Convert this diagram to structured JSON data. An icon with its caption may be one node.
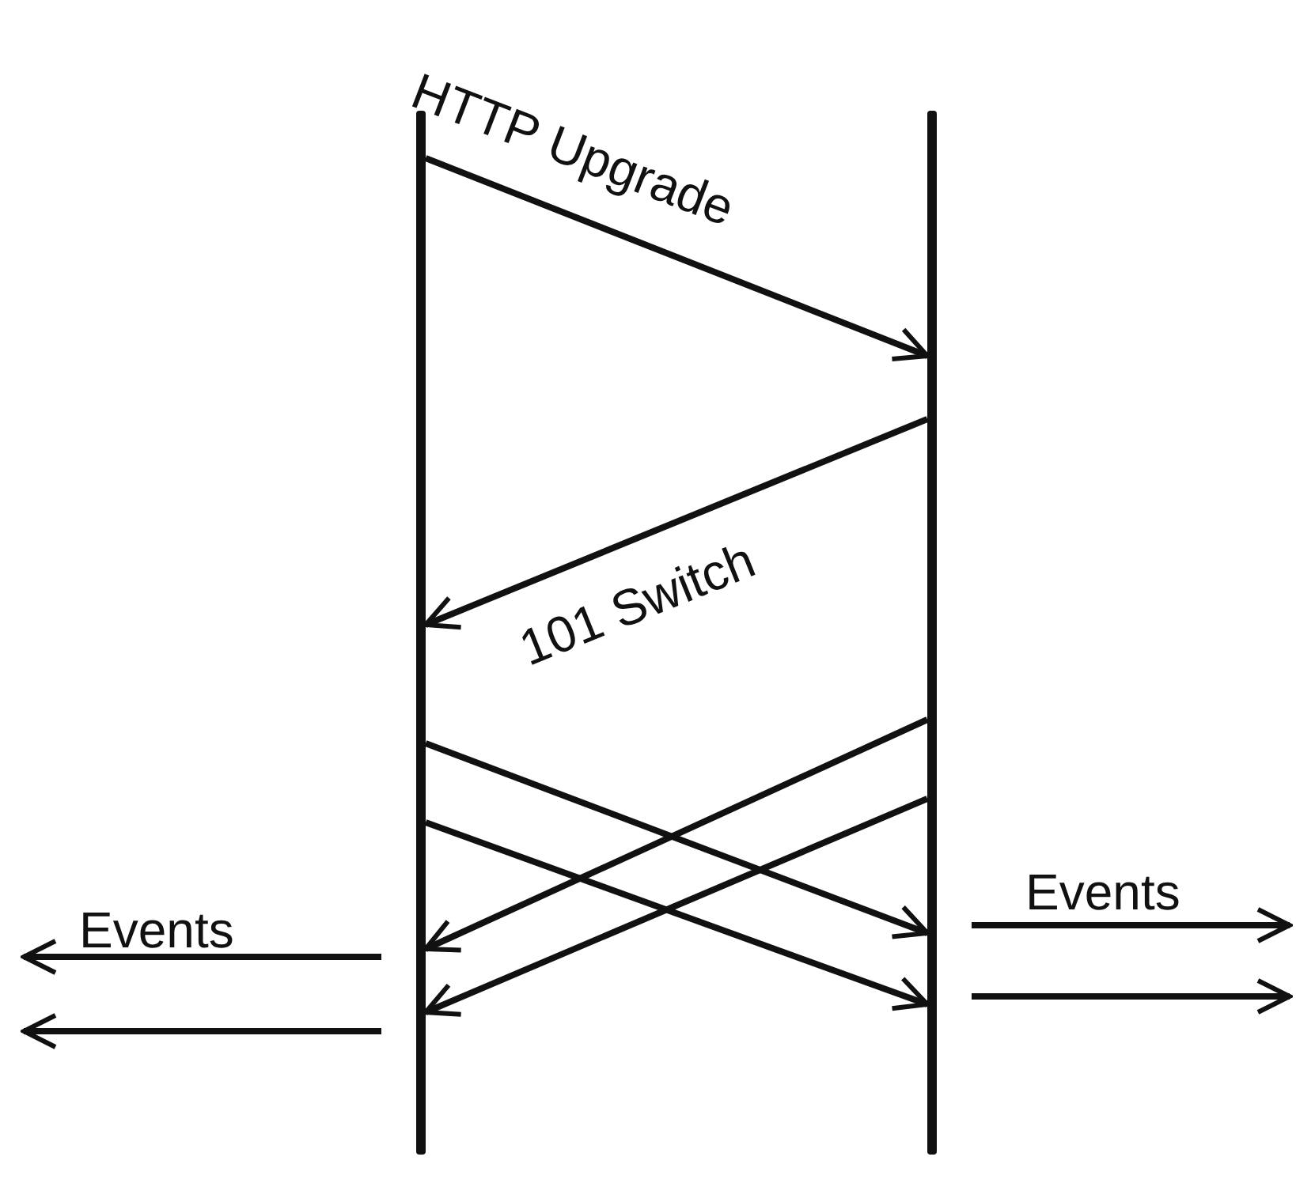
{
  "diagram": {
    "nodes": [
      {
        "text": [],
        "shape": "bar"
      },
      {
        "text": [],
        "shape": "bar"
      }
    ],
    "edges": [
      {
        "from": 0,
        "to": 1,
        "arrow": "to",
        "label": "HTTP Upgrade"
      },
      {
        "from": 1,
        "to": 0,
        "arrow": "to",
        "label": "101 Switch"
      },
      {
        "from": 0,
        "to": 1,
        "arrow": "to"
      },
      {
        "from": 0,
        "to": 1,
        "arrow": "to"
      },
      {
        "from": 1,
        "to": 0,
        "arrow": "to"
      },
      {
        "from": 1,
        "to": 0,
        "arrow": "to"
      },
      {
        "from": 0,
        "to": null,
        "arrow": "to",
        "label": "Events"
      },
      {
        "from": 0,
        "to": null,
        "arrow": "to"
      },
      {
        "from": 1,
        "to": null,
        "arrow": "to",
        "label": "Events"
      },
      {
        "from": 1,
        "to": null,
        "arrow": "to"
      }
    ]
  }
}
